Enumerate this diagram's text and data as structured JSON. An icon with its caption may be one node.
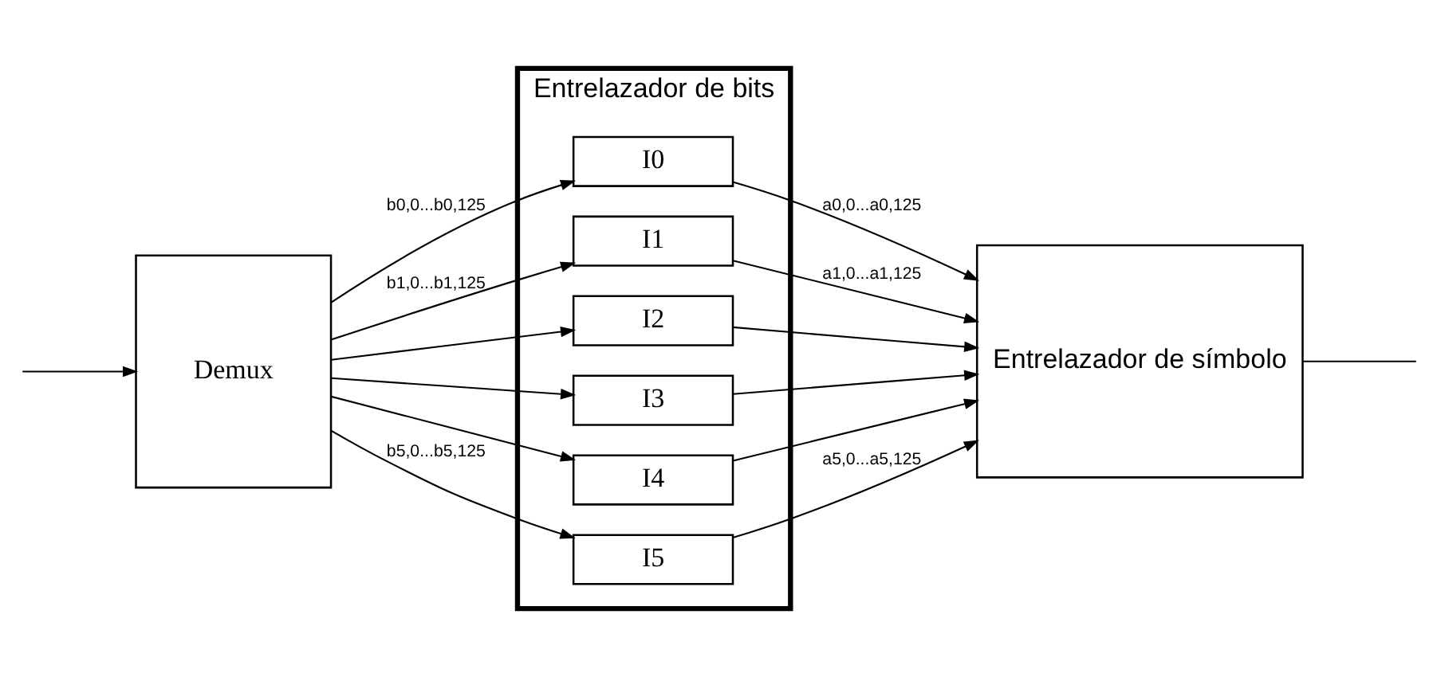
{
  "diagram": {
    "nodes": [
      {
        "text": [
          "Demux"
        ]
      },
      {
        "text": [
          "Entrelazador de bits"
        ]
      },
      {
        "text": [
          "I0"
        ],
        "in": 1
      },
      {
        "text": [
          "I1"
        ],
        "in": 1
      },
      {
        "text": [
          "I2"
        ],
        "in": 1
      },
      {
        "text": [
          "I3"
        ],
        "in": 1
      },
      {
        "text": [
          "I4"
        ],
        "in": 1
      },
      {
        "text": [
          "I5"
        ],
        "in": 1
      },
      {
        "text": [
          "Entrelazador de símbolo"
        ]
      }
    ],
    "edges": [
      {
        "from": null,
        "to": 0,
        "arrow": "to"
      },
      {
        "from": 0,
        "to": 2,
        "arrow": "to",
        "label": "b0,0...b0,125"
      },
      {
        "from": 0,
        "to": 3,
        "arrow": "to",
        "label": "b1,0...b1,125"
      },
      {
        "from": 0,
        "to": 4,
        "arrow": "to"
      },
      {
        "from": 0,
        "to": 5,
        "arrow": "to"
      },
      {
        "from": 0,
        "to": 6,
        "arrow": "to"
      },
      {
        "from": 0,
        "to": 7,
        "arrow": "to",
        "label": "b5,0...b5,125"
      },
      {
        "from": 2,
        "to": 8,
        "arrow": "to",
        "label": "a0,0...a0,125"
      },
      {
        "from": 3,
        "to": 8,
        "arrow": "to",
        "label": "a1,0...a1,125"
      },
      {
        "from": 4,
        "to": 8,
        "arrow": "to"
      },
      {
        "from": 5,
        "to": 8,
        "arrow": "to"
      },
      {
        "from": 6,
        "to": 8,
        "arrow": "to"
      },
      {
        "from": 7,
        "to": 8,
        "arrow": "to",
        "label": "a5,0...a5,125"
      },
      {
        "from": 8,
        "to": null,
        "arrow": "none"
      }
    ]
  }
}
